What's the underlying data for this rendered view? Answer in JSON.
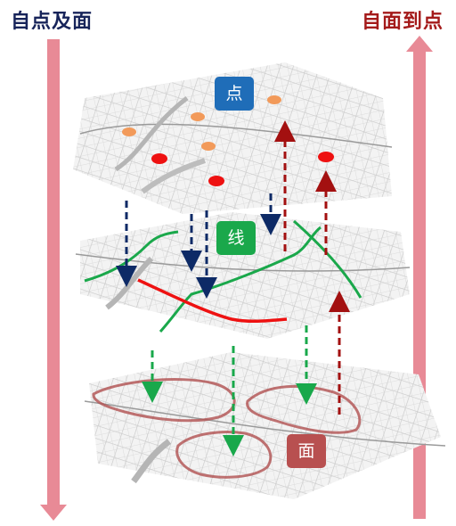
{
  "titles": {
    "left": "自点及面",
    "right": "自面到点"
  },
  "layers": {
    "point": "点",
    "line": "线",
    "area": "面"
  },
  "colors": {
    "left_title": "#17245a",
    "right_title": "#a41a1a",
    "point_badge": "#1f6db8",
    "line_badge": "#1aa84b",
    "area_badge": "#b85050",
    "side_arrow": "#e88a96",
    "down_arrow_dark": "#0d2a66",
    "down_arrow_green": "#19a84b",
    "up_arrow_red": "#a31010"
  }
}
